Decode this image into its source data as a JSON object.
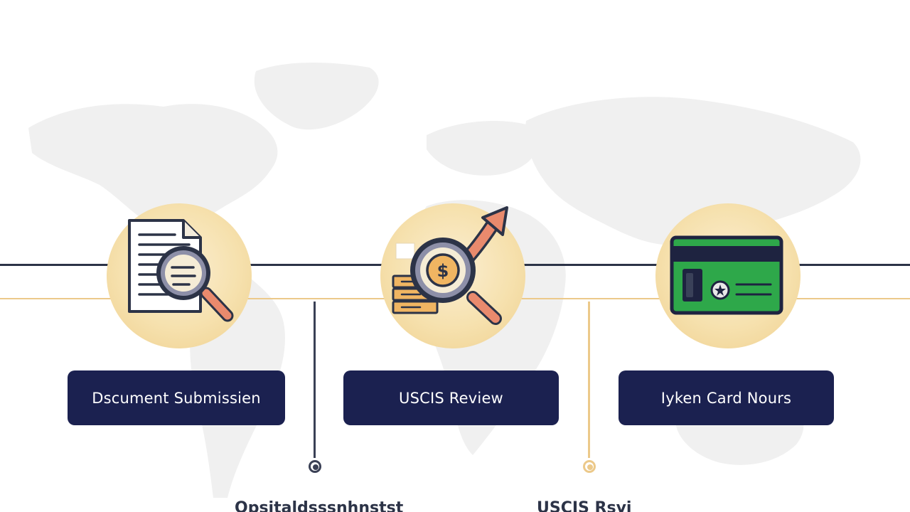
{
  "steps": [
    {
      "label": "Dscument Submissien",
      "icon": "document-magnifier-icon"
    },
    {
      "label": "USCIS Review",
      "icon": "magnifier-chart-icon"
    },
    {
      "label": "Iyken Card Nours",
      "icon": "green-card-icon"
    }
  ],
  "bottom_labels": [
    "Qpsitaldsssnhnstst",
    "USCIS Rsvi"
  ],
  "colors": {
    "navy": "#1b2150",
    "line_navy": "#2c3347",
    "gold": "#ecc98a",
    "circle_fill": "#f6e1ae",
    "card_green": "#2ea84a"
  },
  "background": "world-map-watermark"
}
